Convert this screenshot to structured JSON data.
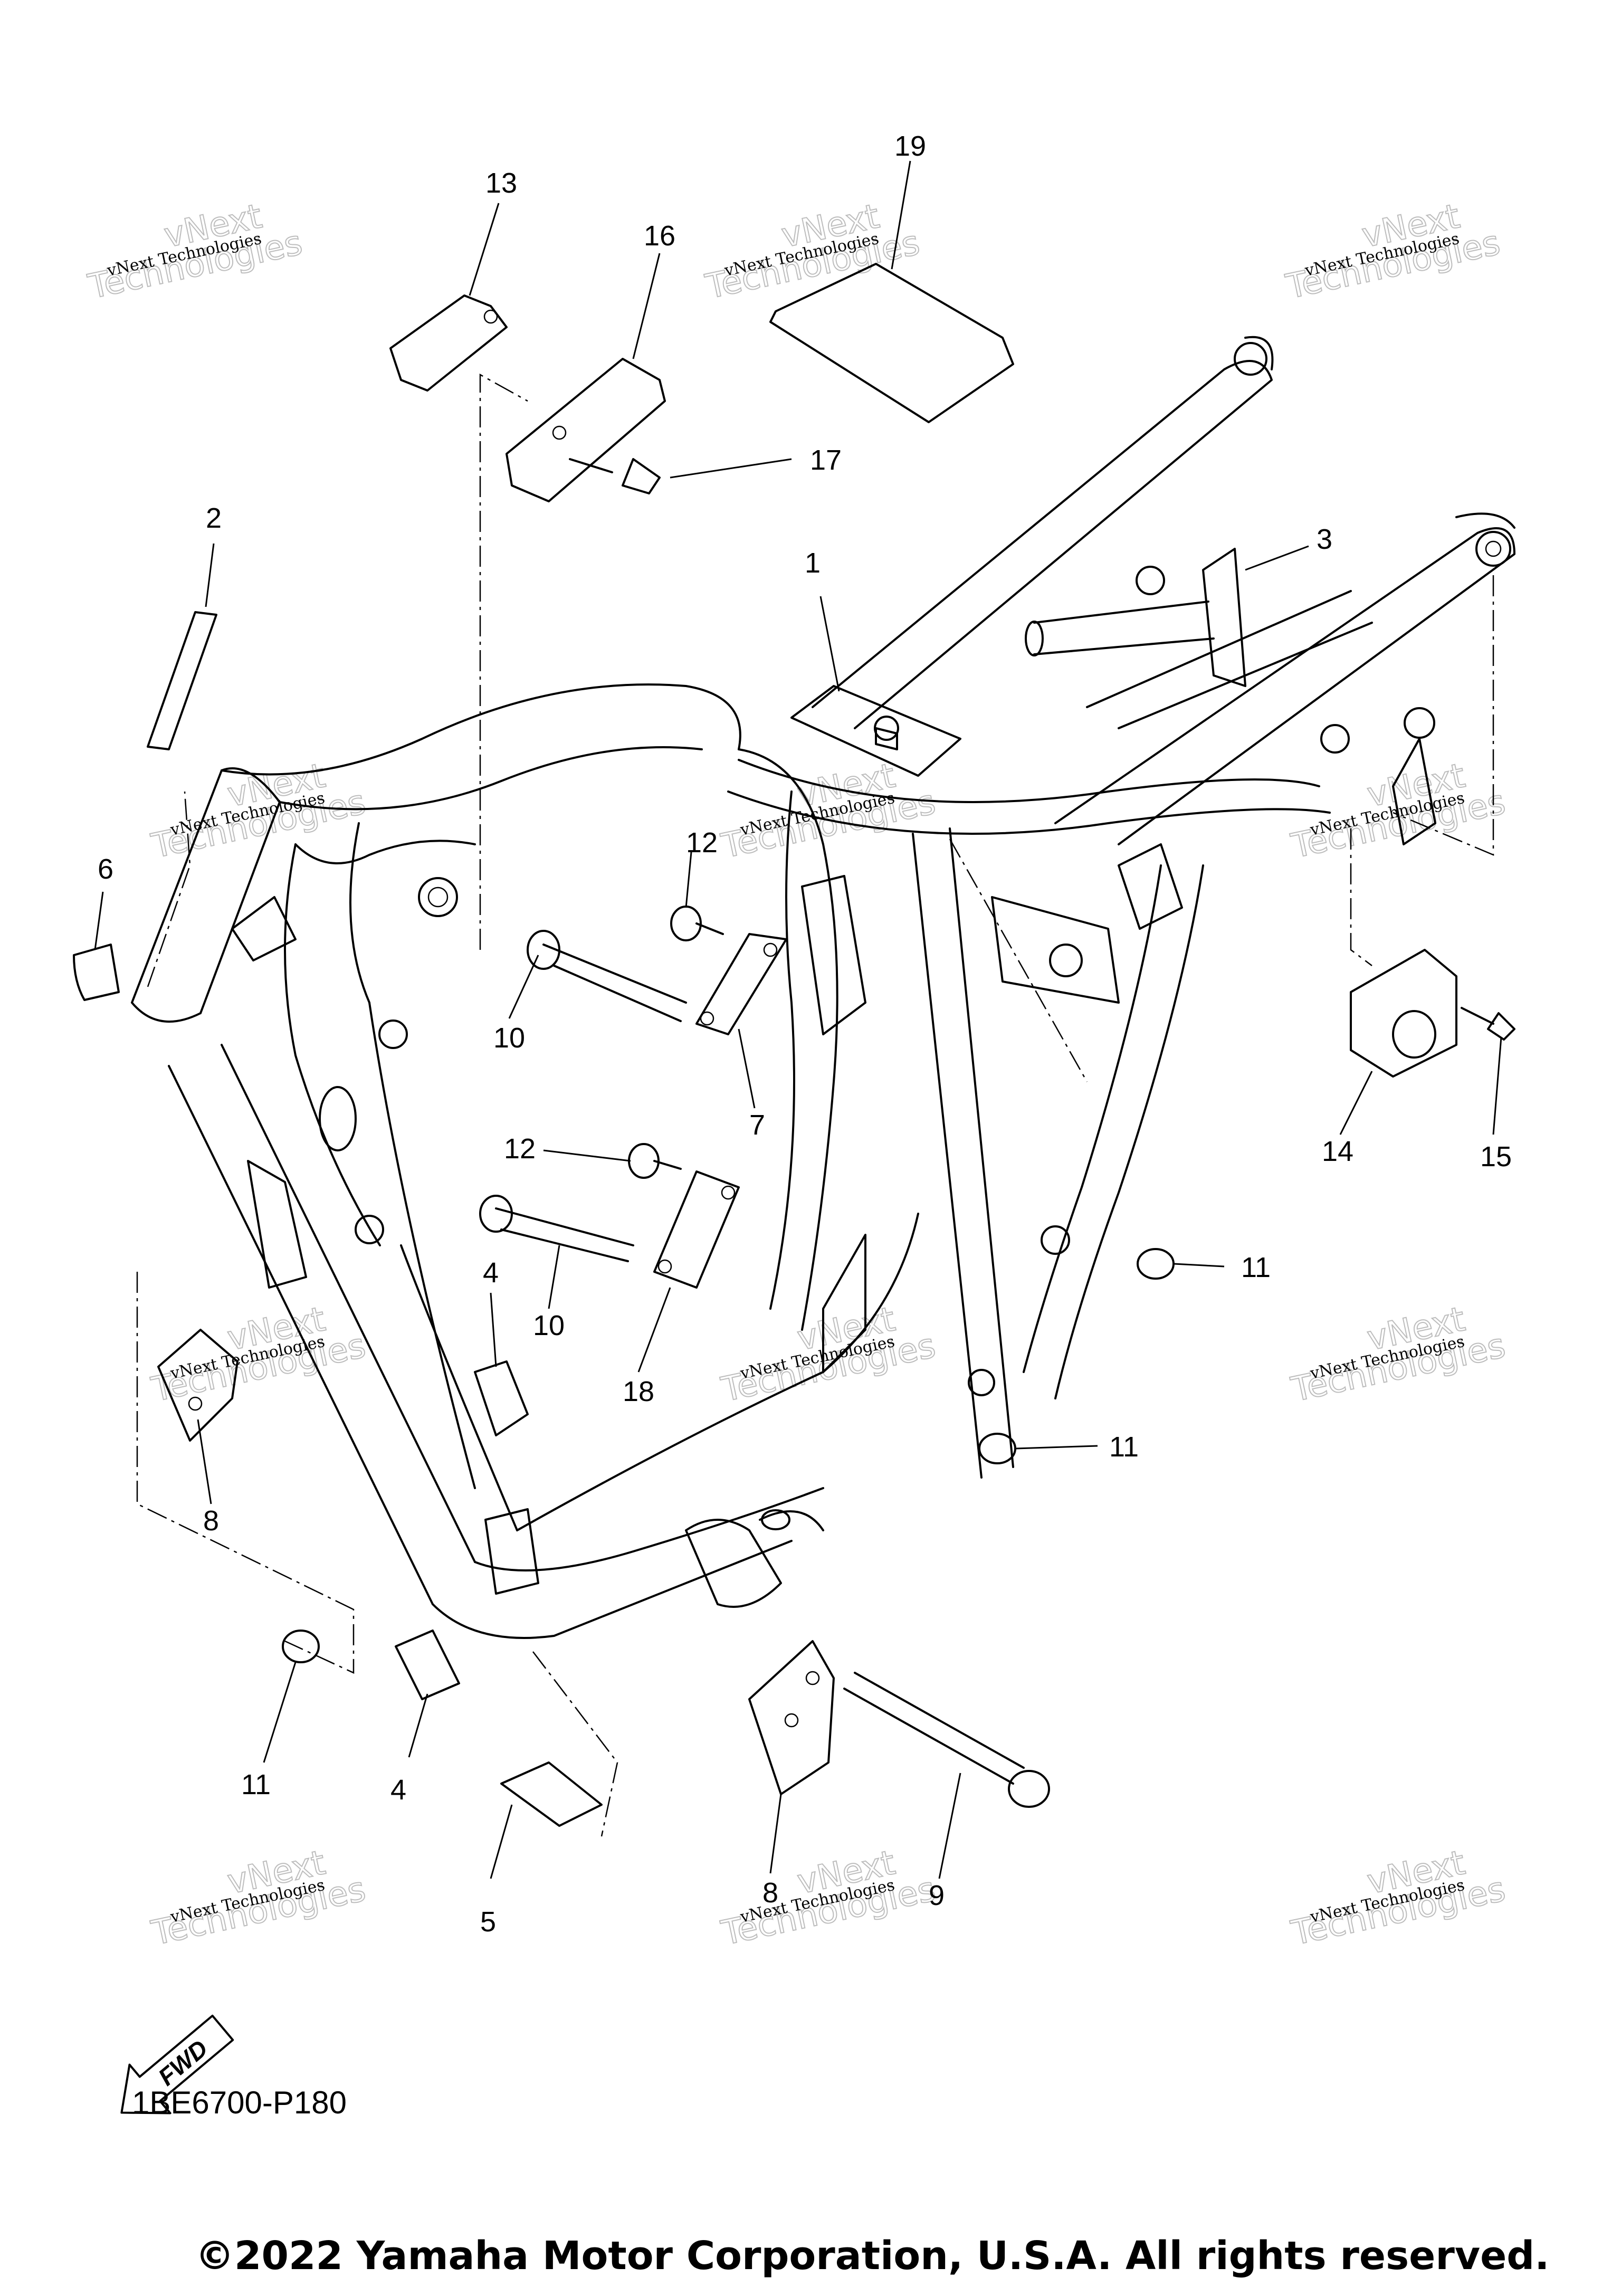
{
  "diagram_code": "1BE6700-P180",
  "copyright": "©2022 Yamaha Motor Corporation, U.S.A. All rights reserved.",
  "fwd_label": "FWD",
  "watermark": {
    "line1": "vNext Technologies",
    "line2": "vNext",
    "line3": "Technologies"
  },
  "callouts": [
    {
      "num": "1"
    },
    {
      "num": "2"
    },
    {
      "num": "3"
    },
    {
      "num": "4"
    },
    {
      "num": "4"
    },
    {
      "num": "5"
    },
    {
      "num": "6"
    },
    {
      "num": "7"
    },
    {
      "num": "8"
    },
    {
      "num": "8"
    },
    {
      "num": "9"
    },
    {
      "num": "10"
    },
    {
      "num": "10"
    },
    {
      "num": "11"
    },
    {
      "num": "11"
    },
    {
      "num": "11"
    },
    {
      "num": "12"
    },
    {
      "num": "12"
    },
    {
      "num": "13"
    },
    {
      "num": "14"
    },
    {
      "num": "15"
    },
    {
      "num": "16"
    },
    {
      "num": "17"
    },
    {
      "num": "18"
    },
    {
      "num": "19"
    }
  ]
}
